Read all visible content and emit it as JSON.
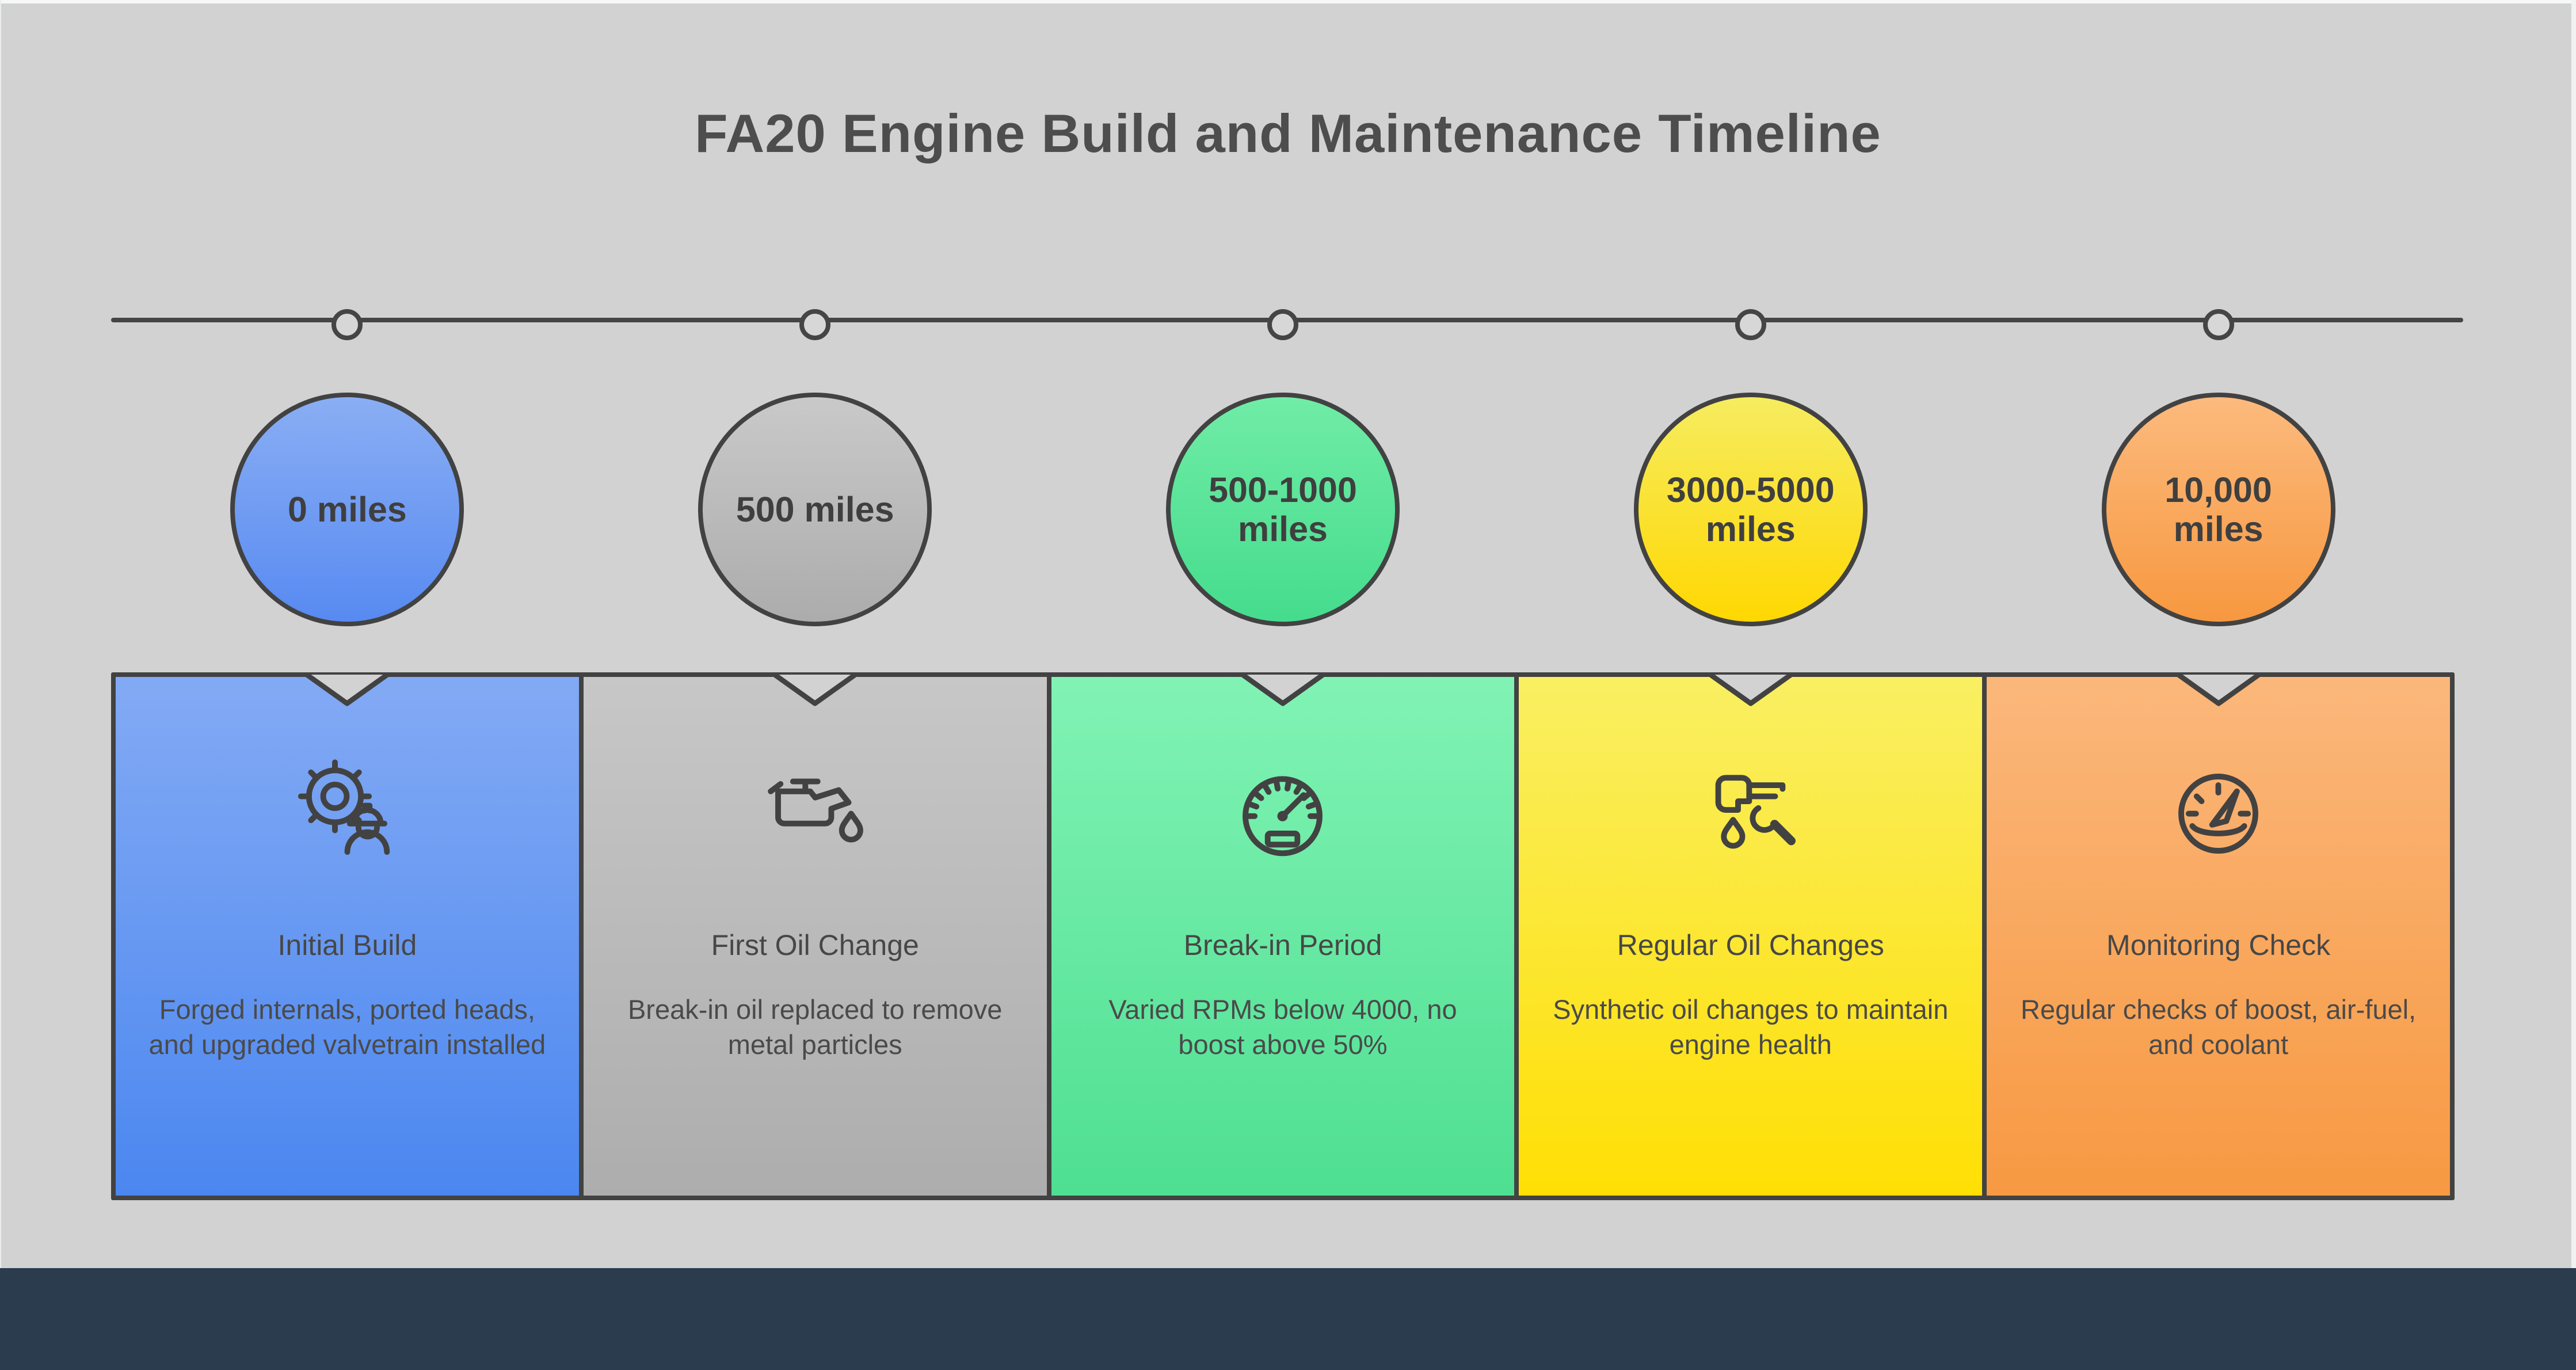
{
  "page": {
    "background_color": "#d2d2d2",
    "footer_color": "#2b3c4e",
    "line_color": "#454545",
    "stroke_color": "#424242",
    "title": "FA20 Engine Build and Maintenance Timeline"
  },
  "milestones": [
    {
      "mileage_lines": [
        "0 miles"
      ],
      "heading": "Initial Build",
      "description": "Forged internals, ported heads, and upgraded valvetrain installed",
      "icon": "gear-worker-icon",
      "circle_gradient": [
        "#8aaef4",
        "#578af1"
      ],
      "card_gradient": [
        "#83aaf4",
        "#4b87f0"
      ]
    },
    {
      "mileage_lines": [
        "500 miles"
      ],
      "heading": "First Oil Change",
      "description": "Break-in oil replaced to remove metal particles",
      "icon": "oil-can-icon",
      "circle_gradient": [
        "#c9c9c9",
        "#acacac"
      ],
      "card_gradient": [
        "#c7c7c7",
        "#adadad"
      ]
    },
    {
      "mileage_lines": [
        "500-1000",
        "miles"
      ],
      "heading": "Break-in Period",
      "description": "Varied RPMs below 4000, no boost above 50%",
      "icon": "speedometer-icon",
      "circle_gradient": [
        "#70eca6",
        "#45dc8d"
      ],
      "card_gradient": [
        "#81f3b4",
        "#4edf92"
      ]
    },
    {
      "mileage_lines": [
        "3000-5000",
        "miles"
      ],
      "heading": "Regular Oil Changes",
      "description": "Synthetic oil changes to maintain engine health",
      "icon": "oil-service-icon",
      "circle_gradient": [
        "#f6ec60",
        "#ffd802"
      ],
      "card_gradient": [
        "#f9ef62",
        "#ffdf04"
      ]
    },
    {
      "mileage_lines": [
        "10,000",
        "miles"
      ],
      "heading": "Monitoring Check",
      "description": "Regular checks of boost, air-fuel, and coolant",
      "icon": "gauge-icon",
      "circle_gradient": [
        "#fcba7d",
        "#f79840"
      ],
      "card_gradient": [
        "#fbb77b",
        "#f79942"
      ]
    }
  ]
}
